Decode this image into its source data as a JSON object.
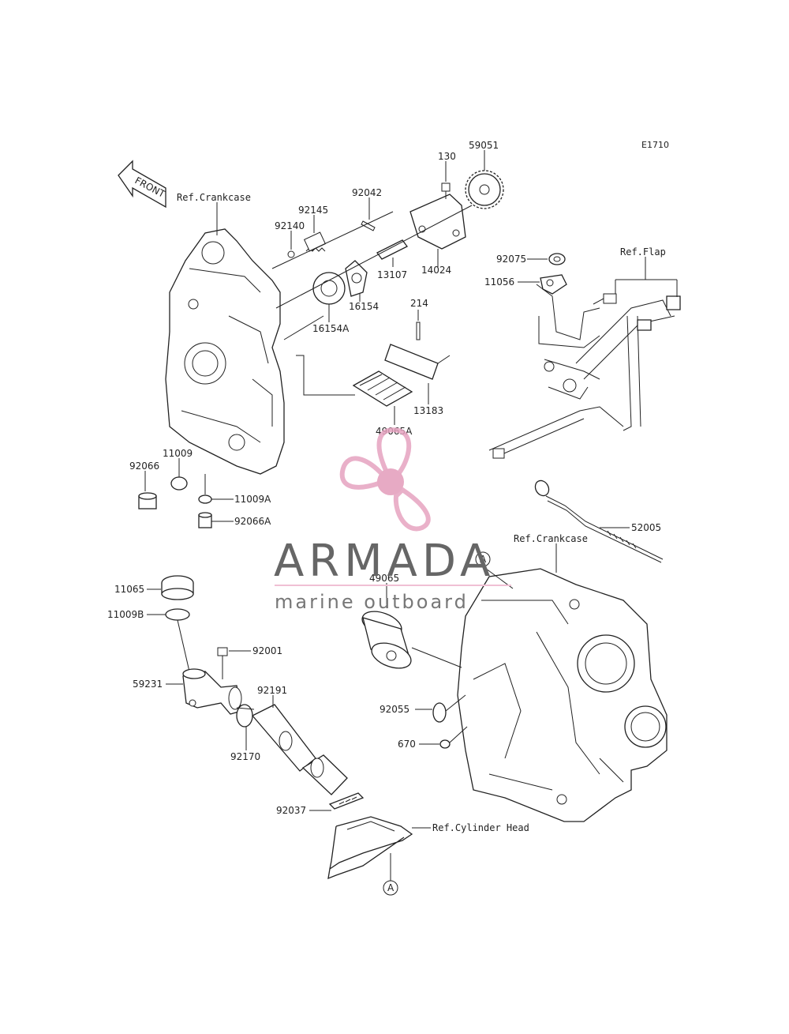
{
  "diagram_code": "E1710",
  "front_label": "FRONT",
  "parts": {
    "p130": "130",
    "p59051": "59051",
    "p92042": "92042",
    "p92145": "92145",
    "p92140": "92140",
    "p13107": "13107",
    "p14024": "14024",
    "p16154": "16154",
    "p16154A": "16154A",
    "p214": "214",
    "p13183": "13183",
    "p49065A": "49065A",
    "p11009": "11009",
    "p92066": "92066",
    "p11009A": "11009A",
    "p92066A": "92066A",
    "p92075": "92075",
    "p11056": "11056",
    "p52005": "52005",
    "p49065": "49065",
    "p11065": "11065",
    "p11009B": "11009B",
    "p92001": "92001",
    "p59231": "59231",
    "p92191": "92191",
    "p92170": "92170",
    "p92055": "92055",
    "p670": "670",
    "p92037": "92037"
  },
  "refs": {
    "crankcase_top": "Ref.Crankcase",
    "flap": "Ref.Flap",
    "crankcase_right": "Ref.Crankcase",
    "cylinder_head": "Ref.Cylinder Head"
  },
  "callouts": {
    "a_top": "A",
    "a_bottom": "A"
  },
  "watermark": {
    "brand": "ARMADA",
    "tagline": "marine outboard",
    "logo_icon": "propeller-icon",
    "colors": {
      "brand": "#666666",
      "accent": "#e6a3c0",
      "hub": "#e39cba",
      "underline": "#f0c0d4"
    }
  }
}
